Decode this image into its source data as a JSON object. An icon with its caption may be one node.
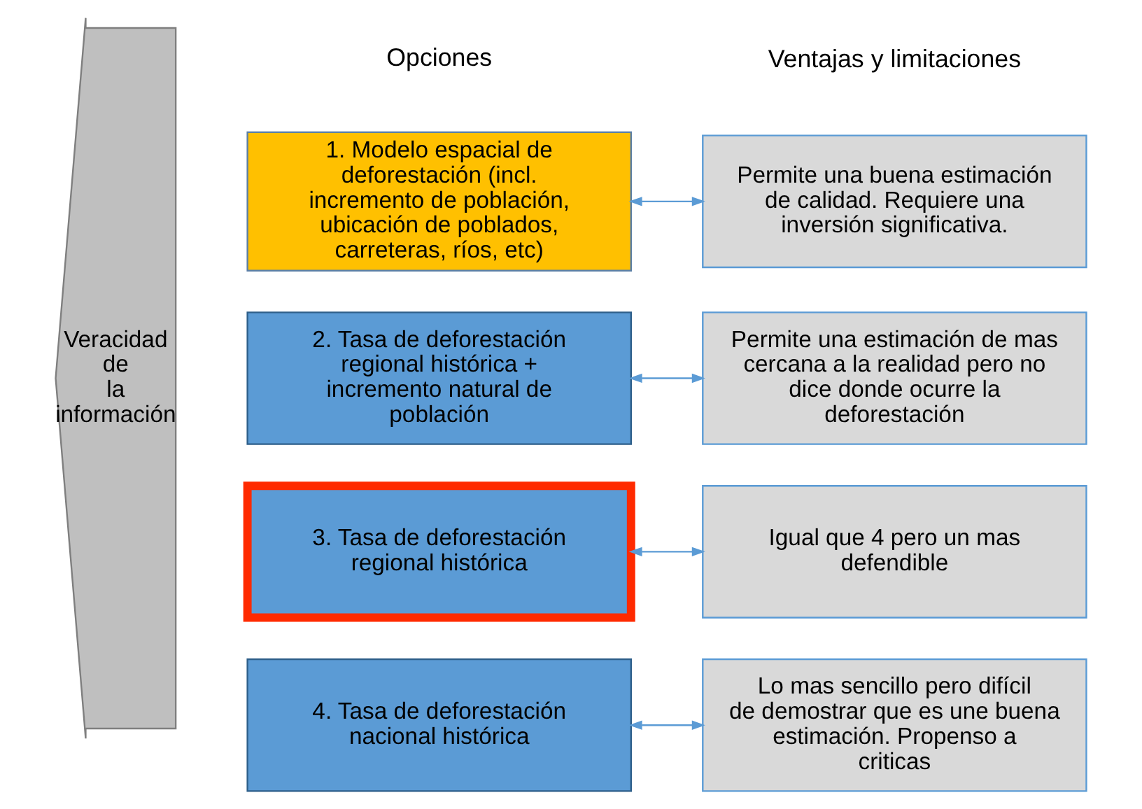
{
  "diagram": {
    "nodes": [
      {
        "text": [
          "Veracidad de la información"
        ]
      },
      {
        "text": [
          "1. Modelo espacial de deforestación (incl. incremento de población, ubicación de poblados, carreteras, ríos, etc)"
        ]
      },
      {
        "text": [
          "Permite una buena estimación de calidad. Requiere una inversión significativa."
        ]
      },
      {
        "text": [
          "2. Tasa de deforestación regional histórica + incremento natural de población"
        ]
      },
      {
        "text": [
          "Permite una estimación de mas cercana a la realidad pero no dice donde ocurre la deforestación"
        ]
      },
      {
        "text": [
          "3. Tasa de deforestación regional histórica"
        ]
      },
      {
        "text": [
          "Igual que 4 pero un mas defendible"
        ]
      },
      {
        "text": [
          "4. Tasa de deforestación nacional histórica"
        ]
      },
      {
        "text": [
          "Lo mas sencillo pero difícil de demostrar que es une buena estimación. Propenso a criticas"
        ]
      }
    ],
    "edges": [
      {
        "from": 1,
        "to": 2,
        "arrow": "both"
      },
      {
        "from": 3,
        "to": 4,
        "arrow": "both"
      },
      {
        "from": 5,
        "to": 6,
        "arrow": "both"
      },
      {
        "from": 7,
        "to": 8,
        "arrow": "both"
      }
    ],
    "labels": [
      "Opciones",
      "Ventajas y limitaciones"
    ]
  }
}
